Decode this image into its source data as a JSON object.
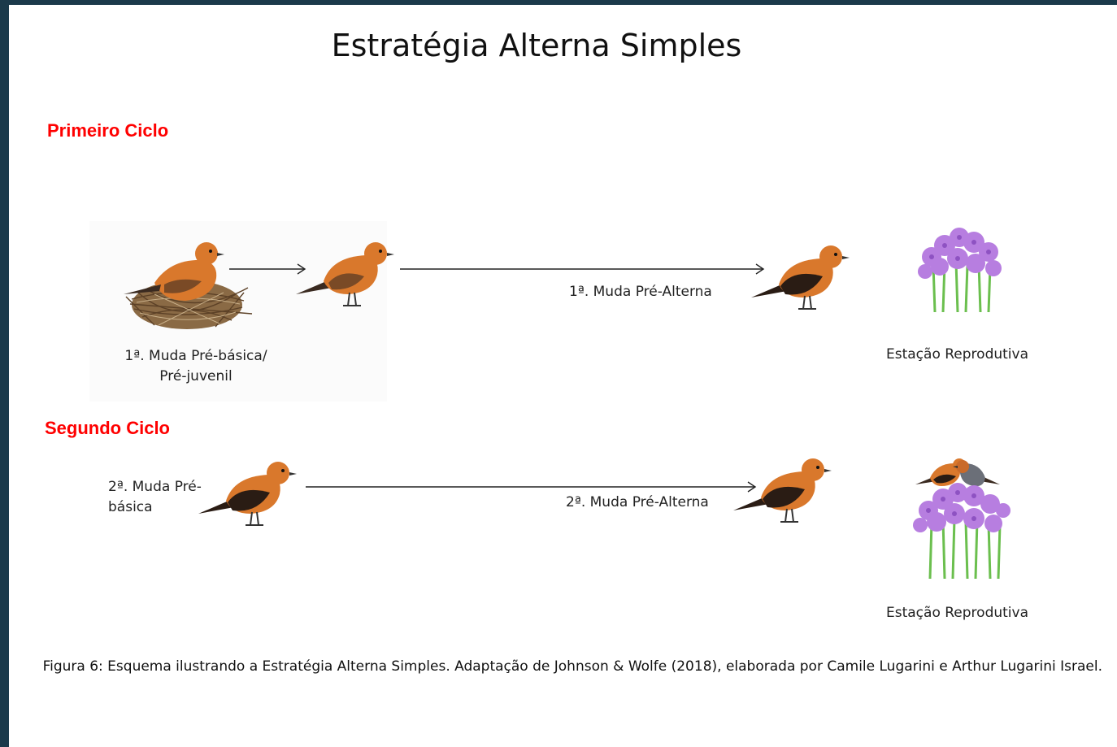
{
  "title": "Estratégia Alterna Simples",
  "first_cycle": {
    "heading": "Primeiro Ciclo",
    "nest_label_line1": "1ª. Muda Pré-básica/",
    "nest_label_line2": "Pré-juvenil",
    "molt_label": "1ª. Muda Pré-Alterna",
    "season_label": "Estação Reprodutiva"
  },
  "second_cycle": {
    "heading": "Segundo Ciclo",
    "start_label_line1": "2ª. Muda Pré-",
    "start_label_line2": "básica",
    "molt_label": "2ª. Muda Pré-Alterna",
    "season_label": "Estação Reprodutiva"
  },
  "caption": "Figura 6: Esquema ilustrando a Estratégia Alterna Simples. Adaptação de Johnson & Wolfe (2018), elaborada por Camile Lugarini e Arthur Lugarini Israel.",
  "colors": {
    "frame": "#1b3a4b",
    "cycle_heading": "#ff0000",
    "bird_orange": "#d9782c",
    "bird_dark_wing": "#2a1c14",
    "flower": "#b77ee0",
    "stem": "#6bbf4e"
  }
}
